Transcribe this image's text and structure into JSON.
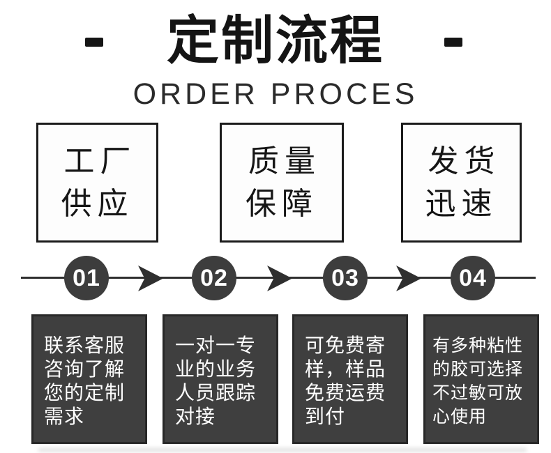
{
  "header": {
    "title": "定制流程",
    "subtitle": "ORDER PROCES"
  },
  "feature_boxes": [
    {
      "lines": [
        "工厂",
        "供应"
      ]
    },
    {
      "lines": [
        "质量",
        "保障"
      ]
    },
    {
      "lines": [
        "发货",
        "迅速"
      ]
    }
  ],
  "timeline": {
    "steps": [
      "01",
      "02",
      "03",
      "04"
    ]
  },
  "process_boxes": [
    {
      "lines": [
        "联系客服",
        "咨询了解",
        "您的定制",
        "需求"
      ]
    },
    {
      "lines": [
        "一对一专",
        "业的业务",
        "人员跟踪",
        "对接"
      ]
    },
    {
      "lines": [
        "可免费寄",
        "样，样品",
        "免费运费",
        "到付"
      ]
    },
    {
      "lines": [
        "有多种粘性",
        "的胶可选择",
        "不过敏可放",
        "心使用"
      ]
    }
  ],
  "colors": {
    "title_text": "#141414",
    "feature_box_border": "#1b1b1b",
    "feature_box_bg": "#fdfdfd",
    "timeline_line": "#2f2f2f",
    "step_circle_bg": "#3d3d3d",
    "process_box_bg": "#3f3f3f",
    "process_box_border": "#282828",
    "process_text": "#ffffff"
  }
}
